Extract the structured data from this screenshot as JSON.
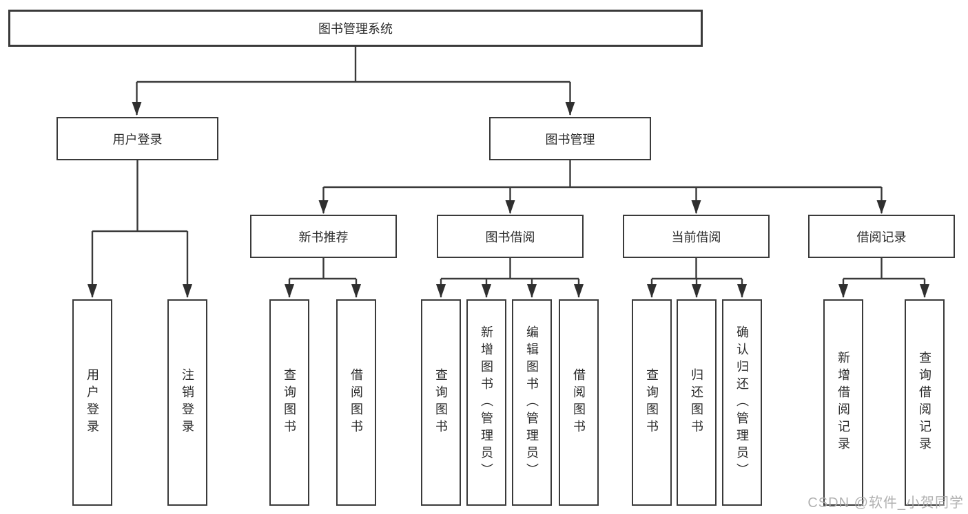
{
  "root": {
    "label": "图书管理系统",
    "children": [
      {
        "label": "用户登录",
        "children": [
          {
            "label": "用户登录"
          },
          {
            "label": "注销登录"
          }
        ]
      },
      {
        "label": "图书管理",
        "children": [
          {
            "label": "新书推荐",
            "children": [
              {
                "label": "查询图书"
              },
              {
                "label": "借阅图书"
              }
            ]
          },
          {
            "label": "图书借阅",
            "children": [
              {
                "label": "查询图书"
              },
              {
                "label": "新增图书（管理员）"
              },
              {
                "label": "编辑图书（管理员）"
              },
              {
                "label": "借阅图书"
              }
            ]
          },
          {
            "label": "当前借阅",
            "children": [
              {
                "label": "查询图书"
              },
              {
                "label": "归还图书"
              },
              {
                "label": "确认归还（管理员）"
              }
            ]
          },
          {
            "label": "借阅记录",
            "children": [
              {
                "label": "新增借阅记录"
              },
              {
                "label": "查询借阅记录"
              }
            ]
          }
        ]
      }
    ]
  },
  "watermark": "CSDN @软件_小贺同学",
  "colors": {
    "line": "#3a3a3a",
    "text": "#2b2b2b",
    "background": "#ffffff",
    "watermark": "#a8a8a8"
  }
}
